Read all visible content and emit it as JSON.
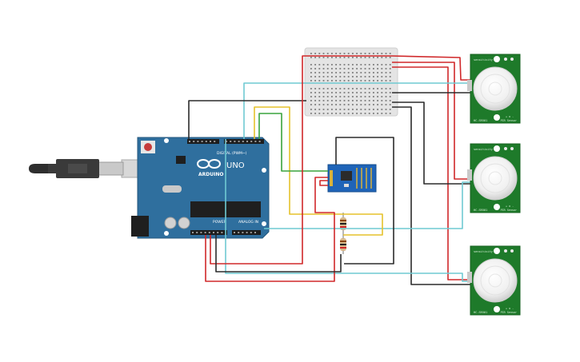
{
  "arduino": {
    "brand": "ARDUINO",
    "model": "UNO",
    "digital_label": "DIGITAL (PWM~)",
    "power_label": "POWER",
    "analog_label": "ANALOG IN"
  },
  "pir_sensor": {
    "top_label": "sensitivity",
    "side_label": "PIR Sensor",
    "model_label": "HC-SR501",
    "pins": "+ o -"
  },
  "colors": {
    "red_wire": "#d0282a",
    "black_wire": "#2b2b2b",
    "cyan_wire": "#6fcad2",
    "yellow_wire": "#e5c22c",
    "green_wire": "#3aa33d",
    "arduino_board": "#2f6f9e",
    "pir_board": "#1e7a2a",
    "esp_board": "#1f64b8",
    "breadboard": "#e3e3e3"
  }
}
